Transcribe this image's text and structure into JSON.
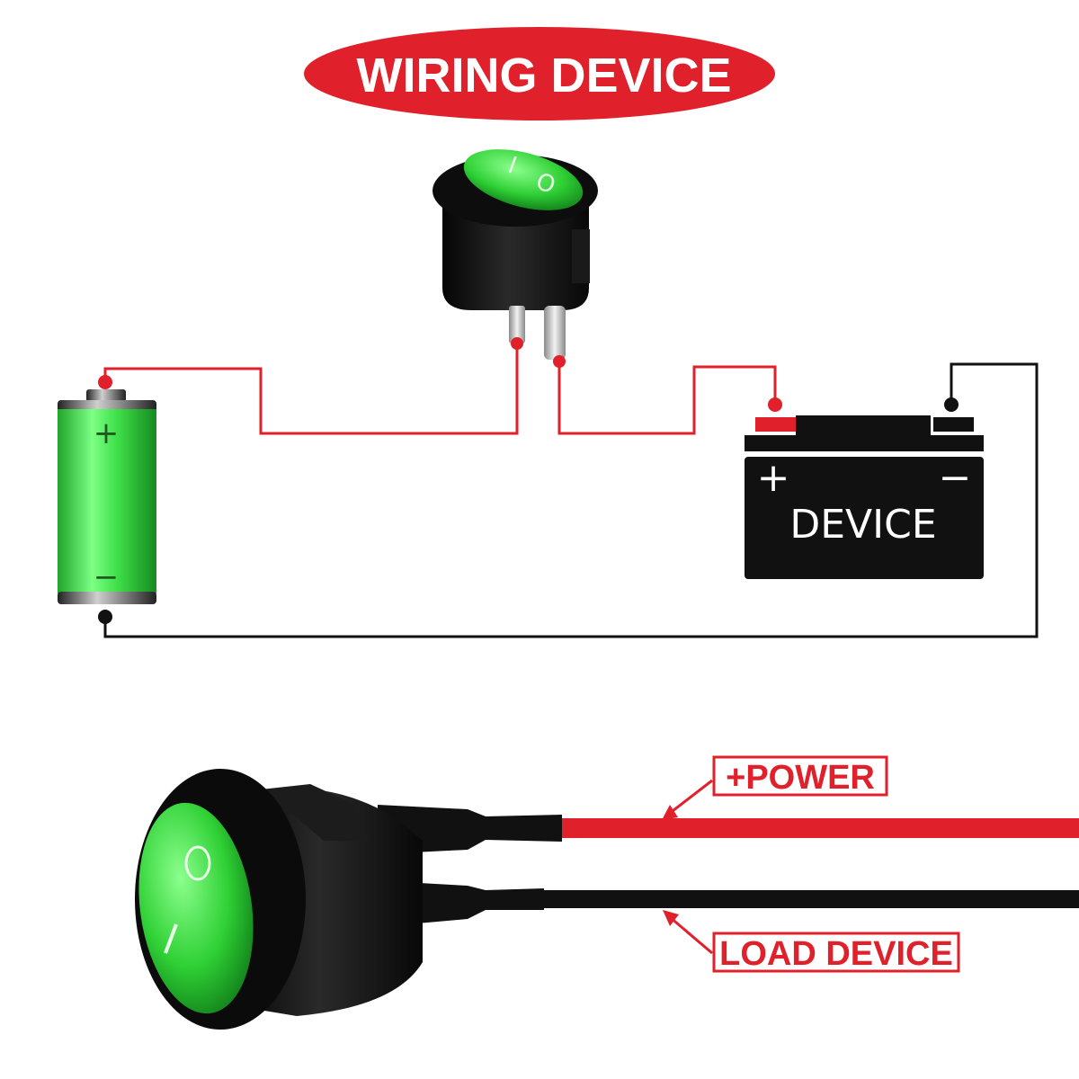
{
  "title": "WIRING DEVICE",
  "battery": {
    "plus_symbol": "+",
    "minus_symbol": "−"
  },
  "device": {
    "label": "DEVICE",
    "plus_symbol": "+",
    "minus_symbol": "−"
  },
  "switch": {
    "on_mark": "I",
    "off_mark": "O"
  },
  "callouts": {
    "power": "+POWER",
    "load": "LOAD DEVICE"
  },
  "colors": {
    "title_bg": "#e0202a",
    "positive_wire": "#e0202a",
    "negative_wire": "#111111",
    "switch_lens": "#2fd035",
    "battery_body": "#3fe04a"
  }
}
